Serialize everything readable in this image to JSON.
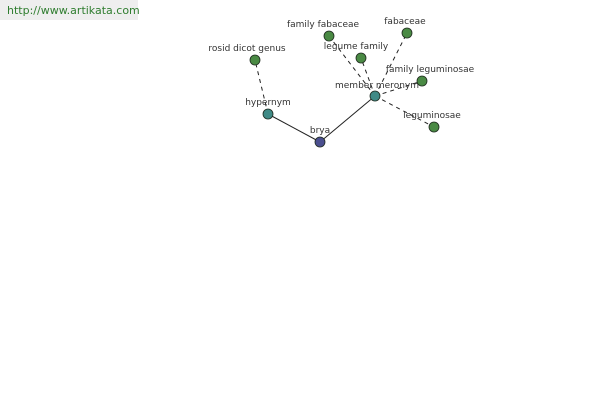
{
  "url": "http://www.artikata.com",
  "colors": {
    "center": "#4b4f8f",
    "relation": "#3f8a86",
    "leaf": "#4a8a44",
    "edge": "#222222",
    "url_text": "#2f7d2f",
    "url_bg": "#eeeeee"
  },
  "nodes": [
    {
      "id": "brya",
      "label": "brya",
      "kind": "center"
    },
    {
      "id": "hypernym",
      "label": "hypernym",
      "kind": "relation"
    },
    {
      "id": "member-meronym",
      "label": "member meronym",
      "kind": "relation"
    },
    {
      "id": "rosid-dicot-genus",
      "label": "rosid dicot genus",
      "kind": "leaf"
    },
    {
      "id": "family-fabaceae",
      "label": "family fabaceae",
      "kind": "leaf"
    },
    {
      "id": "fabaceae",
      "label": "fabaceae",
      "kind": "leaf"
    },
    {
      "id": "legume-family",
      "label": "legume family",
      "kind": "leaf"
    },
    {
      "id": "family-leguminosae",
      "label": "family leguminosae",
      "kind": "leaf"
    },
    {
      "id": "leguminosae",
      "label": "leguminosae",
      "kind": "leaf"
    }
  ],
  "edges": [
    {
      "from": "brya",
      "to": "hypernym",
      "style": "solid"
    },
    {
      "from": "brya",
      "to": "member-meronym",
      "style": "solid"
    },
    {
      "from": "hypernym",
      "to": "rosid-dicot-genus",
      "style": "dashed"
    },
    {
      "from": "member-meronym",
      "to": "family-fabaceae",
      "style": "dashed"
    },
    {
      "from": "member-meronym",
      "to": "fabaceae",
      "style": "dashed"
    },
    {
      "from": "member-meronym",
      "to": "legume-family",
      "style": "dashed"
    },
    {
      "from": "member-meronym",
      "to": "family-leguminosae",
      "style": "dashed"
    },
    {
      "from": "member-meronym",
      "to": "leguminosae",
      "style": "dashed"
    }
  ]
}
